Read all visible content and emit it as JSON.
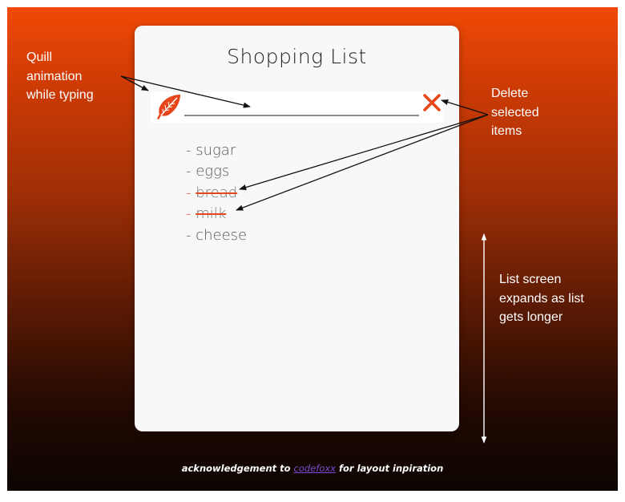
{
  "app": {
    "title": "Shopping List",
    "input_value": "",
    "input_placeholder": ""
  },
  "icons": {
    "quill": "quill-icon",
    "delete": "close-icon",
    "accent_color": "#e8461a"
  },
  "list": {
    "items": [
      {
        "label": "sugar",
        "done": false
      },
      {
        "label": "eggs",
        "done": false
      },
      {
        "label": "bread",
        "done": true
      },
      {
        "label": "milk",
        "done": true
      },
      {
        "label": "cheese",
        "done": false
      }
    ]
  },
  "annotations": {
    "quill": [
      "Quill",
      "animation",
      "while typing"
    ],
    "delete": [
      "Delete",
      "selected",
      "items"
    ],
    "expand": [
      "List screen",
      "expands as list",
      "gets longer"
    ]
  },
  "footer": {
    "prefix": "acknowledgement to",
    "link": "codefoxx",
    "suffix": "for layout inpiration"
  },
  "colors": {
    "gradient_top": "#f14a06",
    "gradient_bottom": "#0c0401",
    "card": "#f8f8f8"
  }
}
